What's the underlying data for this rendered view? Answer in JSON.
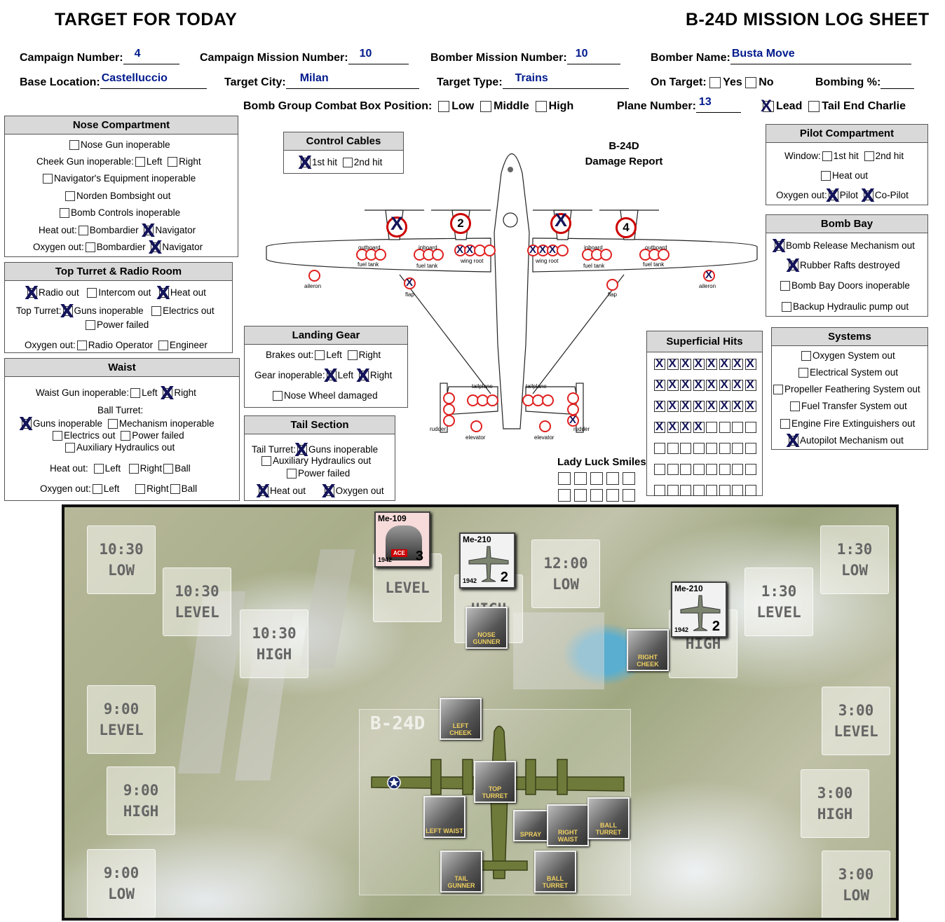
{
  "header": {
    "title_left": "TARGET FOR TODAY",
    "title_right": "B-24D MISSION LOG SHEET"
  },
  "fields": {
    "campaign_number_label": "Campaign Number:",
    "campaign_number": "4",
    "campaign_mission_label": "Campaign Mission Number:",
    "campaign_mission": "10",
    "bomber_mission_label": "Bomber Mission Number:",
    "bomber_mission": "10",
    "bomber_name_label": "Bomber Name:",
    "bomber_name": "Busta Move",
    "base_location_label": "Base Location:",
    "base_location": "Castelluccio",
    "target_city_label": "Target City:",
    "target_city": "Milan",
    "target_type_label": "Target Type:",
    "target_type": "Trains",
    "on_target_label": "On Target:",
    "yes": "Yes",
    "no": "No",
    "bombing_pct_label": "Bombing %:",
    "combat_box_label": "Bomb Group Combat Box Position:",
    "low": "Low",
    "middle": "Middle",
    "high": "High",
    "plane_number_label": "Plane Number:",
    "plane_number": "13",
    "lead": "Lead",
    "tail_end": "Tail End Charlie"
  },
  "nose": {
    "title": "Nose Compartment",
    "nose_gun": "Nose Gun inoperable",
    "cheek": "Cheek Gun inoperable:",
    "left": "Left",
    "right": "Right",
    "nav_equip": "Navigator's Equipment inoperable",
    "norden": "Norden Bombsight out",
    "bomb_controls": "Bomb Controls inoperable",
    "heat": "Heat out:",
    "oxygen": "Oxygen out:",
    "bombardier": "Bombardier",
    "navigator": "Navigator"
  },
  "top_turret": {
    "title": "Top Turret & Radio Room",
    "radio": "Radio out",
    "intercom": "Intercom out",
    "heat": "Heat out",
    "top_turret": "Top Turret:",
    "guns": "Guns inoperable",
    "electrics": "Electrics out",
    "power": "Power failed",
    "oxygen": "Oxygen out:",
    "radio_op": "Radio Operator",
    "engineer": "Engineer"
  },
  "waist": {
    "title": "Waist",
    "waist_gun": "Waist Gun inoperable:",
    "left": "Left",
    "right": "Right",
    "ball_turret": "Ball Turret:",
    "guns": "Guns inoperable",
    "mechanism": "Mechanism inoperable",
    "electrics": "Electrics out",
    "power": "Power failed",
    "aux": "Auxiliary Hydraulics out",
    "heat": "Heat out:",
    "oxygen": "Oxygen out:",
    "ball": "Ball"
  },
  "control_cables": {
    "title": "Control Cables",
    "hit1": "1st hit",
    "hit2": "2nd hit"
  },
  "damage_report": {
    "line1": "B-24D",
    "line2": "Damage Report"
  },
  "landing_gear": {
    "title": "Landing Gear",
    "brakes": "Brakes out:",
    "left": "Left",
    "right": "Right",
    "gear": "Gear inoperable:",
    "nose_wheel": "Nose Wheel damaged"
  },
  "tail": {
    "title": "Tail Section",
    "tail_turret": "Tail Turret:",
    "guns": "Guns inoperable",
    "aux": "Auxiliary Hydraulics out",
    "power": "Power failed",
    "heat": "Heat out",
    "oxygen": "Oxygen out"
  },
  "pilot": {
    "title": "Pilot Compartment",
    "window": "Window:",
    "hit1": "1st hit",
    "hit2": "2nd hit",
    "heat": "Heat out",
    "oxygen": "Oxygen out:",
    "pilot": "Pilot",
    "copilot": "Co-Pilot"
  },
  "bomb_bay": {
    "title": "Bomb Bay",
    "release": "Bomb Release Mechanism out",
    "rafts": "Rubber Rafts destroyed",
    "doors": "Bomb Bay Doors inoperable",
    "hydraulic": "Backup Hydraulic pump out"
  },
  "systems": {
    "title": "Systems",
    "oxygen": "Oxygen System out",
    "electrical": "Electrical System out",
    "propeller": "Propeller Feathering System out",
    "fuel": "Fuel Transfer System out",
    "fire": "Engine Fire Extinguishers out",
    "autopilot": "Autopilot Mechanism out"
  },
  "superficial": {
    "title": "Superficial Hits",
    "marked": 28,
    "total": 56
  },
  "lady_luck": {
    "title": "Lady Luck Smiles",
    "marked": 0,
    "total": 10
  },
  "plane_diagram": {
    "engine2": "2",
    "engine4": "4",
    "outboard": "outboard",
    "inboard": "inboard",
    "fuel_tank": "fuel tank",
    "wing_root": "wing root",
    "aileron": "aileron",
    "flap": "flap",
    "tailplane": "tailplane",
    "rudder": "rudder",
    "elevator": "elevator"
  },
  "board": {
    "zones": [
      {
        "t": "10:30",
        "b": "LOW"
      },
      {
        "t": "10:30",
        "b": "LEVEL"
      },
      {
        "t": "10:30",
        "b": "HIGH"
      },
      {
        "t": "12:00",
        "b": "LOW"
      },
      {
        "t": "",
        "b": "LEVEL"
      },
      {
        "t": "",
        "b": "HIGH"
      },
      {
        "t": "1:30",
        "b": "LOW"
      },
      {
        "t": "1:30",
        "b": "LEVEL"
      },
      {
        "t": "",
        "b": "HIGH"
      },
      {
        "t": "9:00",
        "b": "LEVEL"
      },
      {
        "t": "9:00",
        "b": "HIGH"
      },
      {
        "t": "9:00",
        "b": "LOW"
      },
      {
        "t": "3:00",
        "b": "LEVEL"
      },
      {
        "t": "3:00",
        "b": "HIGH"
      },
      {
        "t": "3:00",
        "b": "LOW"
      }
    ],
    "bomber_label": "B-24D",
    "fighters": [
      {
        "name": "Me-109",
        "year": "1942",
        "dmg": "3",
        "ace": "ACE"
      },
      {
        "name": "Me-210",
        "year": "1942",
        "dmg": "2"
      },
      {
        "name": "Me-210",
        "year": "1942",
        "dmg": "2"
      }
    ],
    "crew": {
      "nose": "NOSE GUNNER",
      "right_cheek": "RIGHT CHEEK",
      "left_cheek": "LEFT CHEEK",
      "top": "TOP TURRET",
      "left_waist": "LEFT WAIST",
      "spray": "SPRAY",
      "right_waist": "RIGHT WAIST",
      "ball1": "BALL TURRET",
      "tail": "TAIL GUNNER",
      "ball2": "BALL TURRET"
    }
  }
}
